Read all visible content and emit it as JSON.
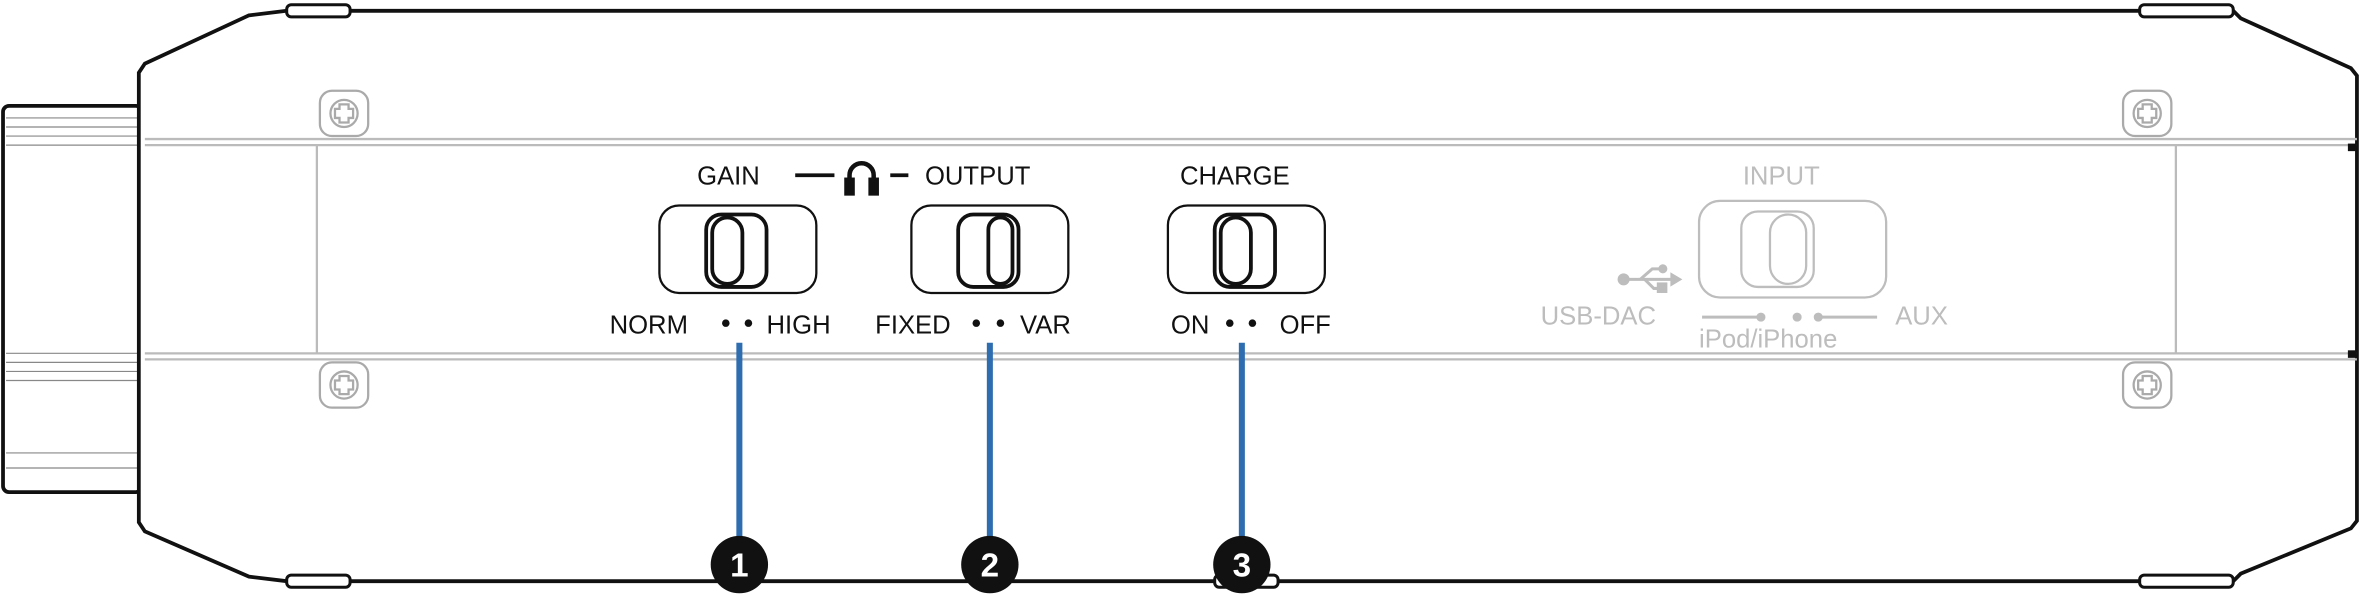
{
  "switches": [
    {
      "id": "gain",
      "title": "GAIN",
      "left": "NORM",
      "right": "HIGH",
      "callout": "1"
    },
    {
      "id": "output",
      "title": "OUTPUT",
      "left": "FIXED",
      "right": "VAR",
      "callout": "2"
    },
    {
      "id": "charge",
      "title": "CHARGE",
      "left": "ON",
      "right": "OFF",
      "callout": "3"
    }
  ],
  "input_switch": {
    "title": "INPUT",
    "left": "USB-DAC",
    "middle": "iPod/iPhone",
    "right": "AUX"
  },
  "icons": {
    "headphones": "headphones-icon",
    "usb": "usb-icon"
  },
  "colors": {
    "callout_line": "#2e6db0",
    "outline": "#111111",
    "inactive": "#bdbdbd"
  }
}
